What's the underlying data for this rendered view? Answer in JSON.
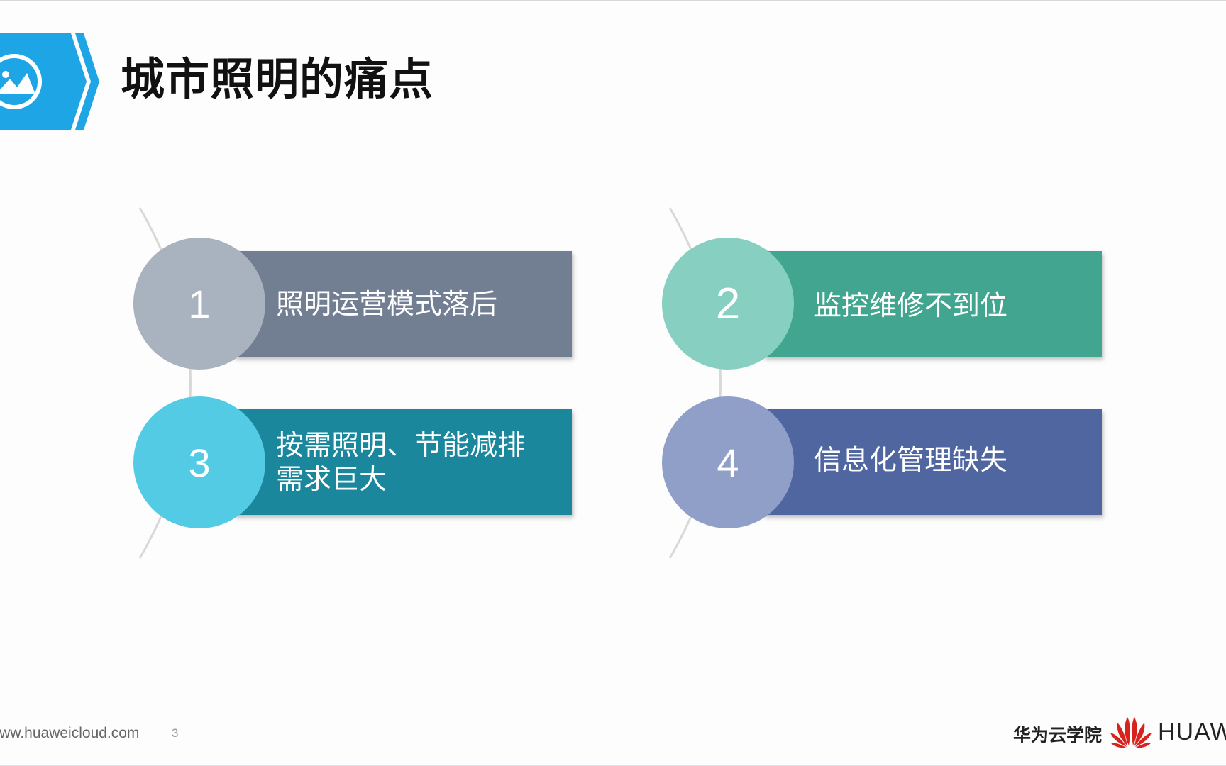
{
  "header": {
    "title": "城市照明的痛点",
    "badge_icon": "image-icon",
    "badge_color": "#1ea5e6"
  },
  "cards": [
    {
      "number": "1",
      "label": "照明运营模式落后",
      "circle_color": "#a9b2bf",
      "bar_color": "#727f92"
    },
    {
      "number": "2",
      "label": "监控维修不到位",
      "circle_color": "#87d0c1",
      "bar_color": "#42a58f"
    },
    {
      "number": "3",
      "label_line1": "按需照明、节能减排",
      "label_line2": "需求巨大",
      "circle_color": "#54cbe4",
      "bar_color": "#1a879d"
    },
    {
      "number": "4",
      "label": "信息化管理缺失",
      "circle_color": "#8f9fc7",
      "bar_color": "#4f66a0"
    }
  ],
  "footer": {
    "url": "www.huaweicloud.com",
    "page_number": "3",
    "academy": "华为云学院",
    "brand": "HUAWEI",
    "logo_icon": "huawei-logo-icon"
  }
}
